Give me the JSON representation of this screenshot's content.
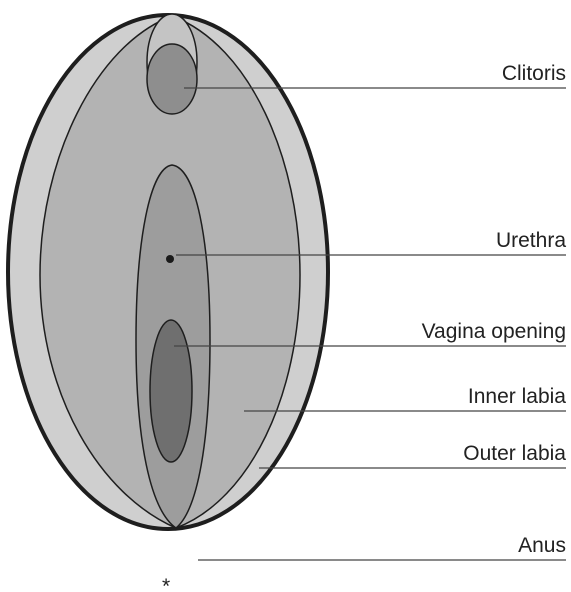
{
  "labels": {
    "clitoris": "Clitoris",
    "urethra": "Urethra",
    "vagina_opening": "Vagina opening",
    "inner_labia": "Inner labia",
    "outer_labia": "Outer labia",
    "anus": "Anus"
  },
  "colors": {
    "outer_region": "#cfcfcf",
    "inner_region": "#b3b3b3",
    "vestibule": "#9d9d9d",
    "clitoral_hood": "#c4c4c4",
    "clitoris": "#8e8e8e",
    "vagina_opening": "#6f6f6f",
    "outline": "#1e1e1e"
  },
  "symbols": {
    "anus": "*"
  }
}
